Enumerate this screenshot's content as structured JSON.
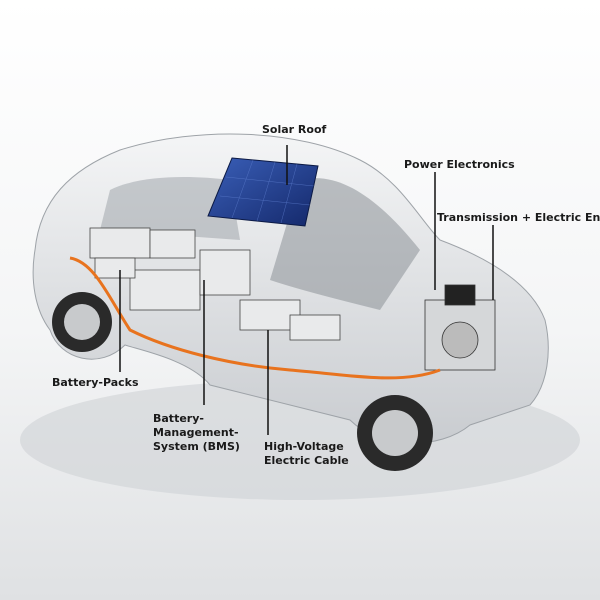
{
  "labels": {
    "solar_roof": "Solar Roof",
    "power_electronics": "Power Electronics",
    "transmission": "Transmission + Electric Engine",
    "battery_packs": "Battery-Packs",
    "bms_line1": "Battery-",
    "bms_line2": "Management-",
    "bms_line3": "System (BMS)",
    "cable_line1": "High-Voltage",
    "cable_line2": "Electric Cable"
  },
  "colors": {
    "cable": "#e8731e",
    "solar_panel": "#1f3c8c",
    "car_body": "#e6e8ea",
    "leader_line": "#111111"
  }
}
